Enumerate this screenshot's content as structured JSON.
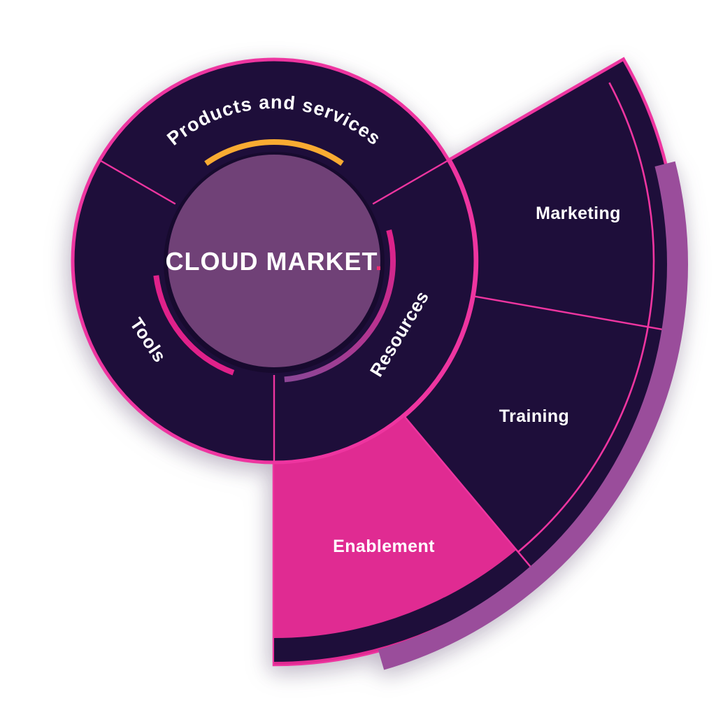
{
  "diagram": {
    "type": "partner-program-wheel",
    "title": "CLOUD MARKET",
    "title_period": "."
  },
  "inner_sectors": [
    {
      "label": "Products and services"
    },
    {
      "label": "Tools"
    },
    {
      "label": "Resources"
    }
  ],
  "outer_segments": [
    {
      "label": "Marketing"
    },
    {
      "label": "Training"
    },
    {
      "label": "Enablement"
    }
  ],
  "colors": {
    "background": "#ffffff",
    "navy": "#1e0e3a",
    "magenta": "#e0218a",
    "magenta_stroke": "#ee35a0",
    "enablement_fill": "#e02b92",
    "center_purple": "#704177",
    "outer_band_purple": "#9a4d9b",
    "accent_orange": "#f9ab32",
    "right_arc_purple": "#8d4596",
    "title_dot": "#ee2d72",
    "label_text": "#ffffff"
  }
}
